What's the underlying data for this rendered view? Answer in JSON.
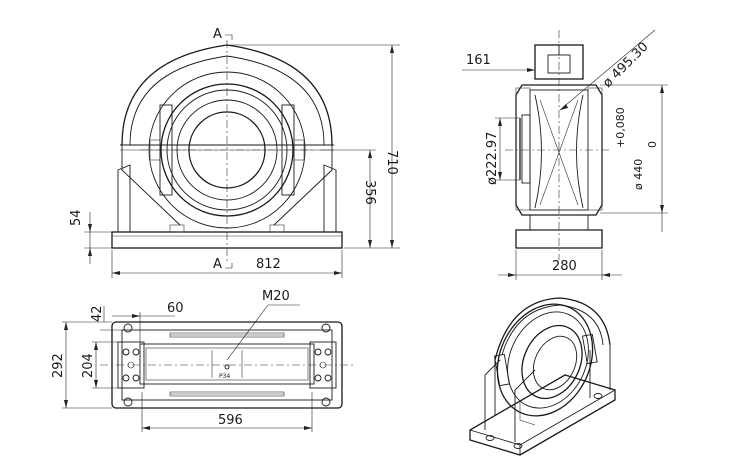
{
  "drawing": {
    "front_view": {
      "section_mark_top": "A",
      "section_mark_bottom": "A",
      "width_dim": "812",
      "height_total_dim": "710",
      "center_height_dim": "356",
      "base_thickness_dim": "54"
    },
    "section_view": {
      "flange_width_dim": "161",
      "outer_diameter_dim": "ø 495.30",
      "inner_diameter_dim": "ø222.97",
      "bore_tolerance_upper": "+0,080",
      "bore_tolerance_lower": "0",
      "bore_diameter_dim": "ø 440",
      "base_width_dim": "280"
    },
    "plan_view": {
      "length_dim": "596",
      "width_dim": "292",
      "inner_width_dim": "204",
      "hole_offset_dim": "42",
      "slot_dim": "60",
      "thread_callout": "M20",
      "marking_text": "P34"
    }
  }
}
